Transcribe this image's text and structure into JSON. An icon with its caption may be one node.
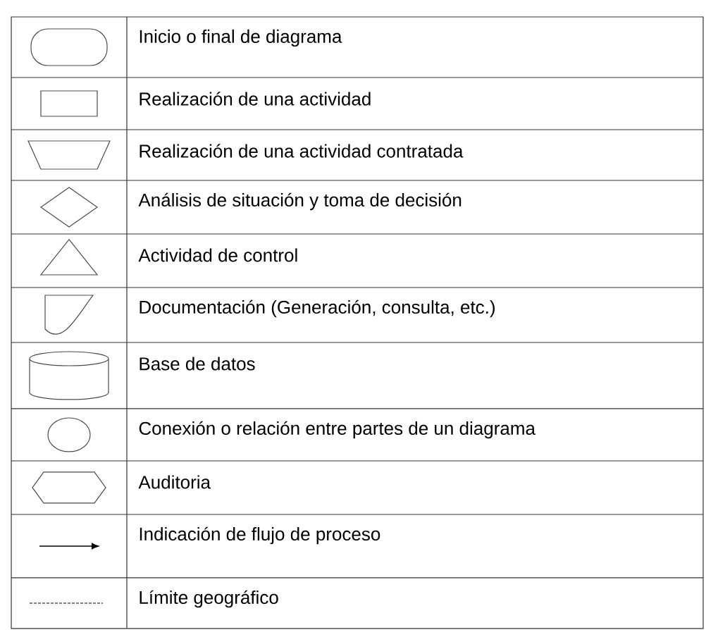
{
  "diagram": {
    "legend": [
      {
        "text": "Inicio o final de diagrama"
      },
      {
        "text": "Realización de una actividad"
      },
      {
        "text": "Realización de una actividad contratada"
      },
      {
        "text": "Análisis de situación y toma de decisión"
      },
      {
        "text": "Actividad de control"
      },
      {
        "text": "Documentación (Generación, consulta, etc.)"
      },
      {
        "text": "Base de datos"
      },
      {
        "text": "Conexión o relación entre partes de un diagrama"
      },
      {
        "text": "Auditoria"
      },
      {
        "text": "Indicación de flujo de proceso"
      },
      {
        "text": "Límite geográfico"
      }
    ]
  }
}
